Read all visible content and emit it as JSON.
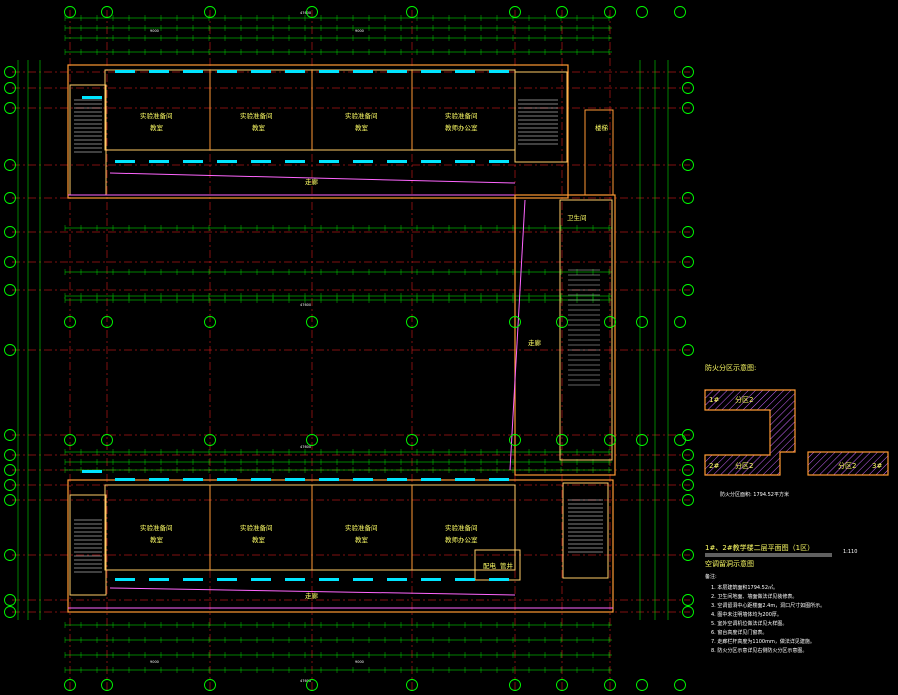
{
  "title": {
    "main": "1#、2#教学楼二层平面图（1区）",
    "scale": "1:110",
    "sub": "空调留洞示意图",
    "notes_heading": "备注:",
    "notes": [
      "1. 本层建筑面积1794.52㎡。",
      "2. 卫生间地面、墙面做法详见装修表。",
      "3. 空调留洞中心距楼面2.4m，洞口尺寸如图所示。",
      "4. 图中未注明墙体均为200厚。",
      "5. 室外空调机位做法详见大样图。",
      "6. 窗台高度详见门窗表。",
      "7. 走廊栏杆高度为1100mm，做法详见建施。",
      "8. 防火分区示意详见右侧防火分区示意图。"
    ]
  },
  "fire_zone": {
    "heading": "防火分区示意图:",
    "zones": [
      "1#",
      "分区2",
      "2#",
      "分区2",
      "分区2",
      "3#"
    ],
    "area_text": "防火分区面积: 1794.52平方米"
  },
  "rooms_top": [
    "实验准备间",
    "实验准备间",
    "实验准备间",
    "实验准备间",
    "教室",
    "教室",
    "教室",
    "教师办公室"
  ],
  "rooms_bottom": [
    "实验准备间",
    "实验准备间",
    "实验准备间",
    "实验准备间",
    "教室",
    "教室",
    "教室",
    "教师办公室"
  ],
  "corridor_labels": [
    "走廊",
    "走廊",
    "走廊"
  ],
  "service_labels": [
    "楼梯",
    "卫生间",
    "配电",
    "管井"
  ],
  "overall_dims": [
    "47600",
    "47600",
    "47600",
    "47600",
    "9000",
    "9000",
    "9000",
    "9000"
  ],
  "colors": {
    "axis_grid": "#00ff00",
    "axis_line": "#ff2222",
    "wall": "#ff9933",
    "window": "#00e5ff",
    "text": "#ffff66",
    "dimension": "#ffffff",
    "outline": "#ff66ff"
  }
}
